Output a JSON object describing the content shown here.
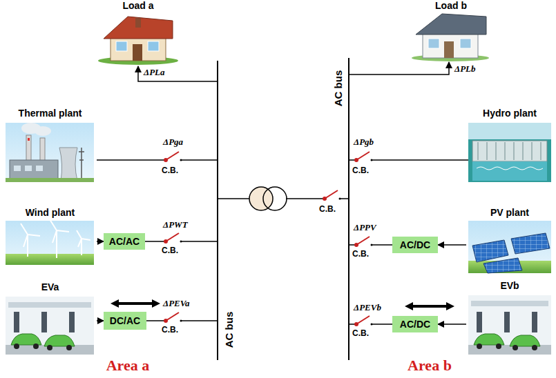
{
  "diagram": {
    "nodes": [
      {
        "text": [
          "Load a"
        ]
      },
      {
        "text": [
          "Thermal plant"
        ]
      },
      {
        "text": [
          "Wind plant"
        ]
      },
      {
        "text": [
          "AC/AC"
        ]
      },
      {
        "text": [
          "EVa"
        ]
      },
      {
        "text": [
          "DC/AC"
        ]
      },
      {
        "text": [
          "Load b"
        ]
      },
      {
        "text": [
          "Hydro plant"
        ]
      },
      {
        "text": [
          "PV plant"
        ]
      },
      {
        "text": [
          "AC/DC"
        ]
      },
      {
        "text": [
          "EVb"
        ]
      },
      {
        "text": [
          "AC/DC"
        ]
      }
    ],
    "edges": [
      {
        "from": 2,
        "to": 3,
        "arrow": "to"
      },
      {
        "from": 4,
        "to": 5,
        "arrow": "to"
      },
      {
        "from": 8,
        "to": 9,
        "arrow": "to"
      },
      {
        "from": 10,
        "to": 11,
        "arrow": "to"
      }
    ],
    "labels": [
      "ΔPLa",
      "ΔPga",
      "C.B.",
      "ΔPWT",
      "C.B.",
      "ΔPEVa",
      "C.B.",
      "AC bus",
      "Area a",
      "ΔPLb",
      "AC bus",
      "ΔPgb",
      "C.B.",
      "C.B.",
      "ΔPPV",
      "C.B.",
      "ΔPEVb",
      "C.B.",
      "Area b"
    ]
  }
}
